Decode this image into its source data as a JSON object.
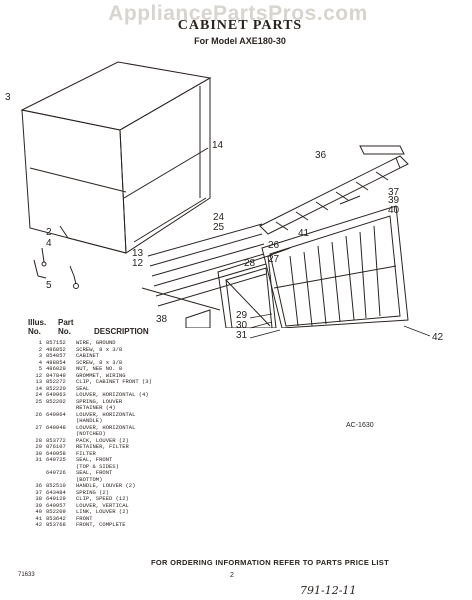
{
  "watermark": "AppliancePartsPros.com",
  "header": {
    "title": "CABINET PARTS",
    "subtitle": "For Model AXE180-30"
  },
  "callouts": [
    "3",
    "14",
    "36",
    "37",
    "39",
    "40",
    "2",
    "4",
    "5",
    "13",
    "12",
    "24",
    "25",
    "26",
    "41",
    "27",
    "28",
    "38",
    "29",
    "30",
    "31",
    "42"
  ],
  "figure_ref": "AC-1630",
  "parts_header": {
    "illus": "Illus.",
    "no": "No.",
    "part": "Part",
    "part_no": "No.",
    "description": "DESCRIPTION"
  },
  "parts": [
    {
      "illus": "1",
      "part_no": "857152",
      "desc": "WIRE, GROUND"
    },
    {
      "illus": "2",
      "part_no": "486852",
      "desc": "SCREW, 8 x 3/8"
    },
    {
      "illus": "3",
      "part_no": "854057",
      "desc": "CABINET"
    },
    {
      "illus": "4",
      "part_no": "488854",
      "desc": "SCREW, 8 x 3/8"
    },
    {
      "illus": "5",
      "part_no": "486029",
      "desc": "NUT, NEE NO. 8"
    },
    {
      "illus": "12",
      "part_no": "847849",
      "desc": "GROMMET, WIRING"
    },
    {
      "illus": "13",
      "part_no": "852272",
      "desc": "CLIP, CABINET FRONT (3)"
    },
    {
      "illus": "14",
      "part_no": "852220",
      "desc": "SEAL"
    },
    {
      "illus": "24",
      "part_no": "649963",
      "desc": "LOUVER, HORIZONTAL (4)"
    },
    {
      "illus": "25",
      "part_no": "852202",
      "desc": "SPRING, LOUVER"
    },
    {
      "illus": "",
      "part_no": "",
      "desc": "RETAINER (4)"
    },
    {
      "illus": "26",
      "part_no": "649964",
      "desc": "LOUVER, HORIZONTAL"
    },
    {
      "illus": "",
      "part_no": "",
      "desc": "(HANDLE)"
    },
    {
      "illus": "27",
      "part_no": "649948",
      "desc": "LOUVER, HORIZONTAL"
    },
    {
      "illus": "",
      "part_no": "",
      "desc": "(NOTCHED)"
    },
    {
      "illus": "28",
      "part_no": "853772",
      "desc": "PACK, LOUVER (2)"
    },
    {
      "illus": "29",
      "part_no": "876107",
      "desc": "RETAINER, FILTER"
    },
    {
      "illus": "30",
      "part_no": "649958",
      "desc": "FILTER"
    },
    {
      "illus": "31",
      "part_no": "649725",
      "desc": "SEAL, FRONT"
    },
    {
      "illus": "",
      "part_no": "",
      "desc": "(TOP & SIDES)"
    },
    {
      "illus": "",
      "part_no": "649726",
      "desc": "SEAL, FRONT"
    },
    {
      "illus": "",
      "part_no": "",
      "desc": "(BOTTOM)"
    },
    {
      "illus": "36",
      "part_no": "852510",
      "desc": "HANDLE, LOUVER (2)"
    },
    {
      "illus": "37",
      "part_no": "643484",
      "desc": "SPRING (2)"
    },
    {
      "illus": "38",
      "part_no": "649129",
      "desc": "CLIP, SPEED (12)"
    },
    {
      "illus": "39",
      "part_no": "649957",
      "desc": "LOUVER, VERTICAL"
    },
    {
      "illus": "40",
      "part_no": "852209",
      "desc": "LINK, LOUVER (2)"
    },
    {
      "illus": "41",
      "part_no": "853642",
      "desc": "FRONT"
    },
    {
      "illus": "42",
      "part_no": "853768",
      "desc": "FRONT, COMPLETE"
    }
  ],
  "footer": {
    "ordering_note": "FOR ORDERING INFORMATION REFER TO PARTS PRICE LIST",
    "code": "71633",
    "page": "2",
    "handwritten": "791-12-11"
  }
}
